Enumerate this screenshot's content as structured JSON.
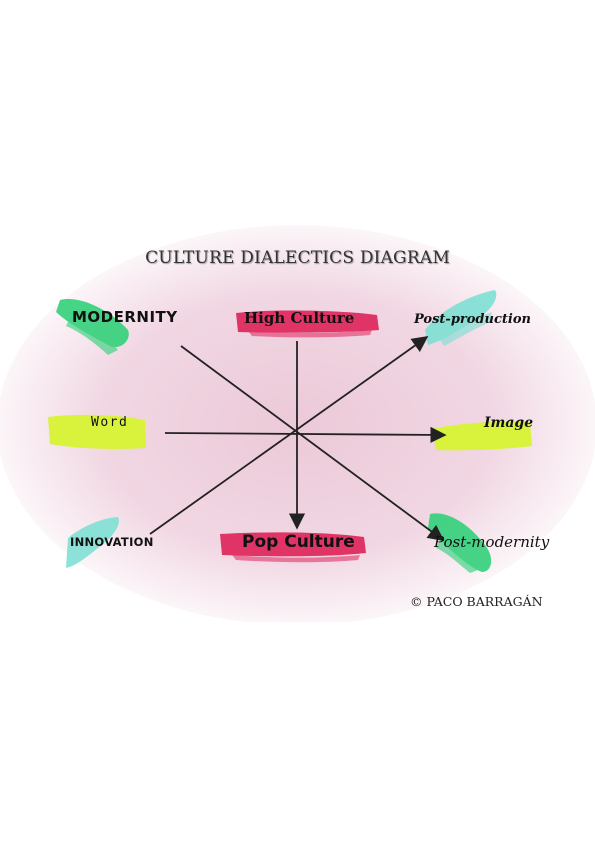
{
  "title": "CULTURE DIALECTICS DIAGRAM",
  "terms": {
    "modernity": "MODERNITY",
    "high_culture": "High Culture",
    "post_production": "Post-production",
    "word": "Word",
    "image": "Image",
    "innovation": "INNOVATION",
    "pop_culture": "Pop Culture",
    "post_modernity": "Post-modernity"
  },
  "copyright": "© PACO BARRAGÁN",
  "colors": {
    "background_glow": "#f0d6e2",
    "green_stroke": "#33d17a",
    "pink_stroke": "#e03366",
    "cyan_stroke": "#7fe0d4",
    "yellow_stroke": "#d9f23c",
    "arrow": "#222222"
  }
}
